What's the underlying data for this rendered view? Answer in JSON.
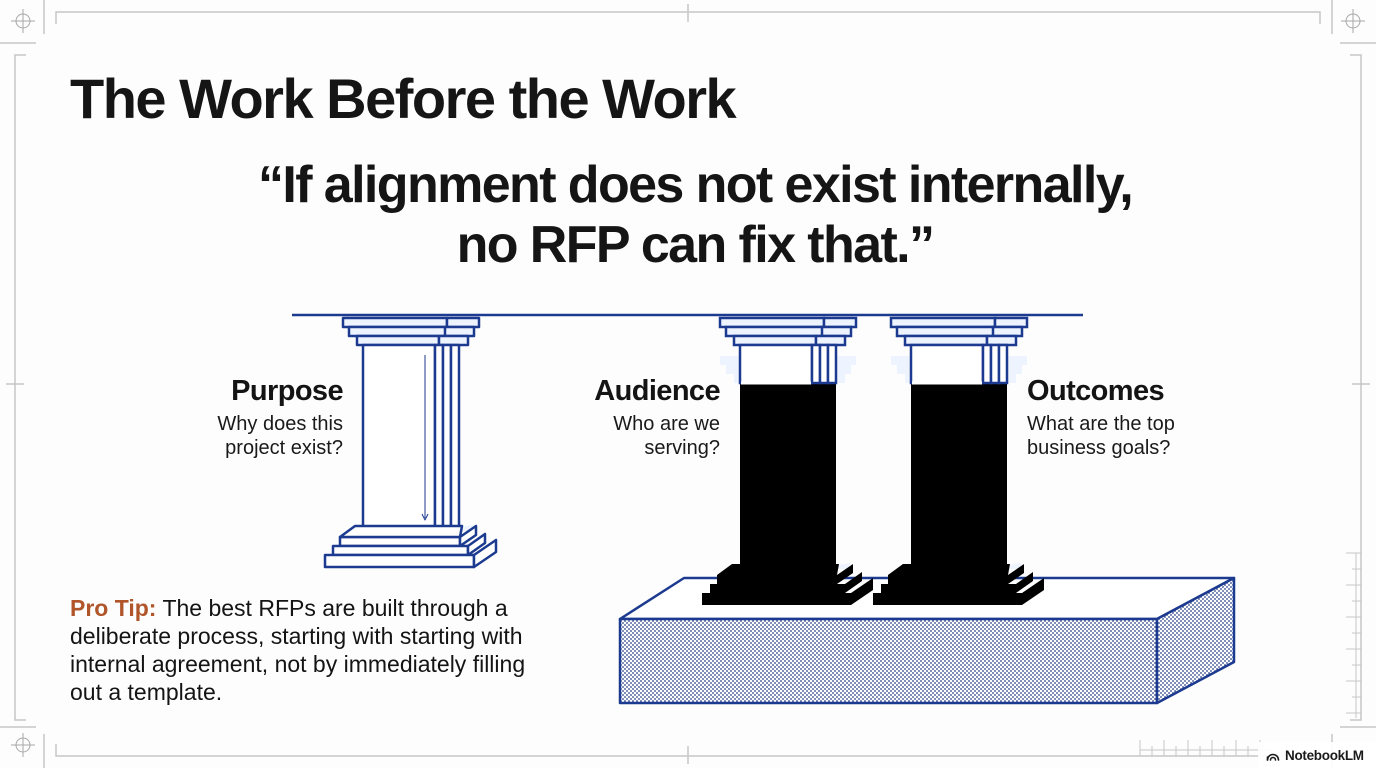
{
  "slide": {
    "title": "The Work Before the Work",
    "quote_line1": "“If alignment does not exist internally,",
    "quote_line2": "no RFP can fix that.”"
  },
  "pillars": [
    {
      "heading": "Purpose",
      "question_line1": "Why does this",
      "question_line2": "project exist?"
    },
    {
      "heading": "Audience",
      "question_line1": "Who are we",
      "question_line2": "serving?"
    },
    {
      "heading": "Outcomes",
      "question_line1": "What are the top",
      "question_line2": "business goals?"
    }
  ],
  "pro_tip": {
    "lead": "Pro Tip:",
    "text": " The best RFPs are built through a deliberate process, starting with starting with internal agreement, not by immediately filling out a template."
  },
  "branding": {
    "label": "NotebookLM",
    "icon": "notebooklm-logo-icon"
  },
  "colors": {
    "ink_blue": "#1c3a8f",
    "tip_accent": "#b0562a",
    "frame_gray": "#c4c4c4",
    "text": "#151515"
  }
}
